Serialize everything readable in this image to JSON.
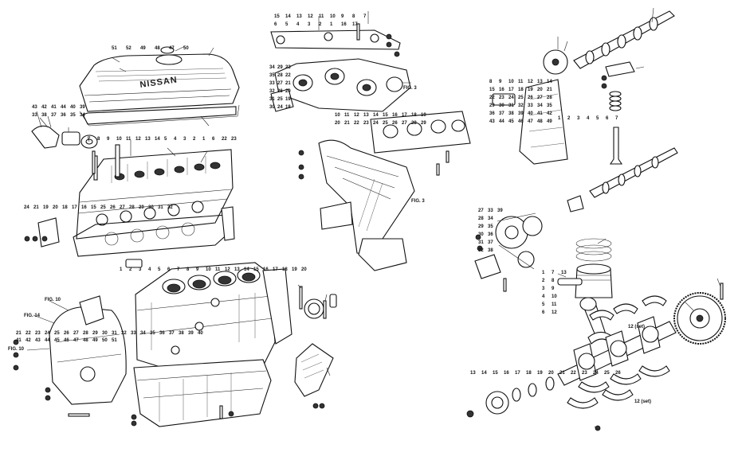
{
  "diagram": {
    "logo_text": "NISSAN",
    "fig_labels": [
      "FIG. 10",
      "FIG. 14",
      "FIG. 10",
      "FIG. 3",
      "FIG. 3"
    ],
    "set_labels": [
      "12 (set)",
      "12 (set)"
    ],
    "callouts": {
      "rocker_cover": [
        "51",
        "52",
        "49",
        "48",
        "47",
        "50"
      ],
      "thermostat": [
        "43",
        "42",
        "41",
        "44",
        "40",
        "39",
        "33",
        "38",
        "37",
        "36",
        "35",
        "34"
      ],
      "cylinder_head": [
        "7",
        "8",
        "9",
        "10",
        "11",
        "12",
        "13",
        "14",
        "5",
        "4",
        "3",
        "2",
        "1",
        "6",
        "22",
        "23",
        "24",
        "21",
        "19",
        "20",
        "18",
        "17",
        "16",
        "15",
        "25",
        "26",
        "27",
        "28",
        "29",
        "30",
        "31",
        "32"
      ],
      "intake_manifold": [
        "15",
        "14",
        "13",
        "12",
        "11",
        "10",
        "9",
        "8",
        "7",
        "6",
        "5",
        "4",
        "3",
        "2",
        "1",
        "16",
        "17"
      ],
      "carb_mount": [
        "34",
        "35",
        "33",
        "32",
        "31",
        "30",
        "29",
        "28",
        "27",
        "26",
        "25",
        "24",
        "23",
        "22",
        "21",
        "20",
        "19",
        "18"
      ],
      "exhaust_manifold": [
        "10",
        "11",
        "12",
        "13",
        "14",
        "15",
        "16",
        "17",
        "18",
        "19",
        "20",
        "21",
        "22",
        "23",
        "24",
        "25",
        "26",
        "27",
        "28",
        "29"
      ],
      "valve_train": [
        "1",
        "2",
        "3",
        "4",
        "5",
        "6",
        "7",
        "8",
        "9",
        "10",
        "11",
        "12",
        "13",
        "14",
        "15",
        "16",
        "17",
        "18",
        "19",
        "20",
        "21",
        "22",
        "23",
        "24",
        "25",
        "26",
        "27",
        "28",
        "29",
        "30",
        "31",
        "32",
        "33",
        "34",
        "35",
        "36",
        "37",
        "38",
        "39",
        "40",
        "41",
        "42",
        "43",
        "44",
        "45",
        "46",
        "47",
        "48",
        "49"
      ],
      "timing": [
        "27",
        "28",
        "29",
        "30",
        "31",
        "32",
        "33",
        "34",
        "35",
        "36",
        "37",
        "38",
        "39"
      ],
      "piston": [
        "1",
        "2",
        "3",
        "4",
        "5",
        "6",
        "7",
        "8",
        "9",
        "10",
        "11",
        "12",
        "13"
      ],
      "crankshaft": [
        "13",
        "14",
        "15",
        "16",
        "17",
        "18",
        "19",
        "20",
        "21",
        "22",
        "23",
        "24",
        "25",
        "26"
      ],
      "block": [
        "1",
        "2",
        "3",
        "4",
        "5",
        "6",
        "7",
        "8",
        "9",
        "10",
        "11",
        "12",
        "13",
        "14",
        "15",
        "16",
        "17",
        "18",
        "19",
        "20",
        "21",
        "22",
        "23",
        "24",
        "25",
        "26",
        "27",
        "28",
        "29",
        "30",
        "31",
        "32",
        "33",
        "34",
        "35",
        "36",
        "37",
        "38",
        "39",
        "40",
        "41",
        "42",
        "43",
        "44",
        "45",
        "46",
        "47",
        "48",
        "49",
        "50",
        "51"
      ]
    }
  }
}
